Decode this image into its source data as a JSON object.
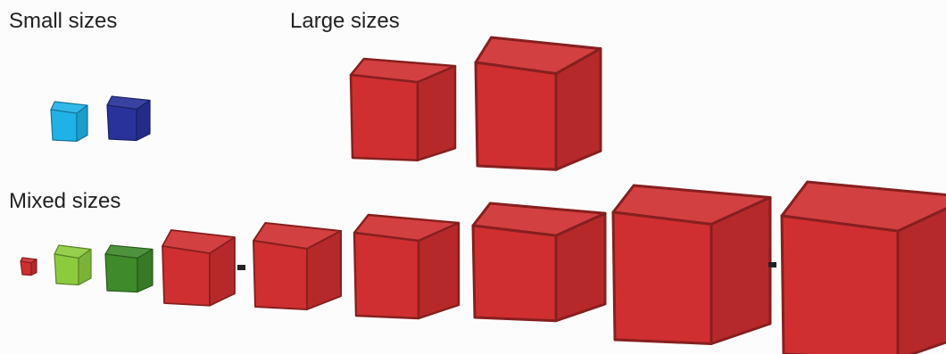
{
  "labels": {
    "small": "Small sizes",
    "large": "Large sizes",
    "mixed": "Mixed sizes"
  },
  "colors": {
    "red": "#cf2f30",
    "cyan": "#1fb2e6",
    "navy": "#28329a",
    "light_green": "#8ccb3e",
    "dark_green": "#3f8a2b"
  },
  "groups": [
    {
      "id": "small",
      "cubes": [
        {
          "name": "cyan-cube",
          "color": "cyan"
        },
        {
          "name": "navy-cube",
          "color": "navy"
        }
      ]
    },
    {
      "id": "large",
      "cubes": [
        {
          "name": "red-cube-large-1",
          "color": "red"
        },
        {
          "name": "red-cube-large-2",
          "color": "red"
        }
      ]
    },
    {
      "id": "mixed",
      "cubes": [
        {
          "name": "red-cube-tiny",
          "color": "red"
        },
        {
          "name": "light-green-cube",
          "color": "light_green"
        },
        {
          "name": "dark-green-cube",
          "color": "dark_green"
        },
        {
          "name": "red-cube-mixed-1",
          "color": "red"
        },
        {
          "name": "red-cube-mixed-2",
          "color": "red"
        },
        {
          "name": "red-cube-mixed-3",
          "color": "red"
        },
        {
          "name": "red-cube-mixed-4",
          "color": "red"
        },
        {
          "name": "red-cube-mixed-5",
          "color": "red"
        },
        {
          "name": "red-cube-mixed-6",
          "color": "red"
        }
      ]
    }
  ]
}
